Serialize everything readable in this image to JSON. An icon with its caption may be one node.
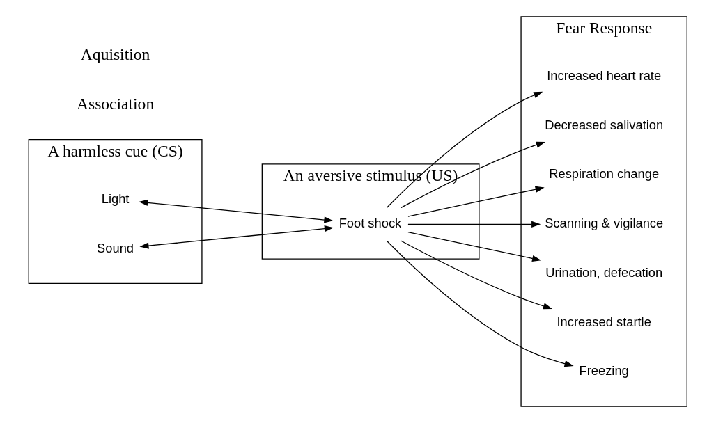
{
  "diagram": {
    "nodes": [
      {
        "text": [
          "A harmless cue (CS)"
        ]
      },
      {
        "text": [
          "An aversive stimulus (US)"
        ]
      },
      {
        "text": [
          "Fear Response"
        ]
      },
      {
        "text": [
          "Light"
        ],
        "in": 0
      },
      {
        "text": [
          "Sound"
        ],
        "in": 0
      },
      {
        "text": [
          "Foot shock"
        ],
        "in": 1
      },
      {
        "text": [
          "Increased heart rate"
        ],
        "in": 2
      },
      {
        "text": [
          "Decreased salivation"
        ],
        "in": 2
      },
      {
        "text": [
          "Respiration change"
        ],
        "in": 2
      },
      {
        "text": [
          "Scanning & vigilance"
        ],
        "in": 2
      },
      {
        "text": [
          "Urination, defecation"
        ],
        "in": 2
      },
      {
        "text": [
          "Increased startle"
        ],
        "in": 2
      },
      {
        "text": [
          "Freezing"
        ],
        "in": 2
      }
    ],
    "edges": [
      {
        "from": 3,
        "to": 5,
        "arrow": "both"
      },
      {
        "from": 4,
        "to": 5,
        "arrow": "both"
      },
      {
        "from": 5,
        "to": 6,
        "arrow": "to"
      },
      {
        "from": 5,
        "to": 7,
        "arrow": "to"
      },
      {
        "from": 5,
        "to": 8,
        "arrow": "to"
      },
      {
        "from": 5,
        "to": 9,
        "arrow": "to"
      },
      {
        "from": 5,
        "to": 10,
        "arrow": "to"
      },
      {
        "from": 5,
        "to": 11,
        "arrow": "to"
      },
      {
        "from": 5,
        "to": 12,
        "arrow": "to"
      }
    ],
    "labels": [
      "Association",
      "Aquisition"
    ]
  }
}
